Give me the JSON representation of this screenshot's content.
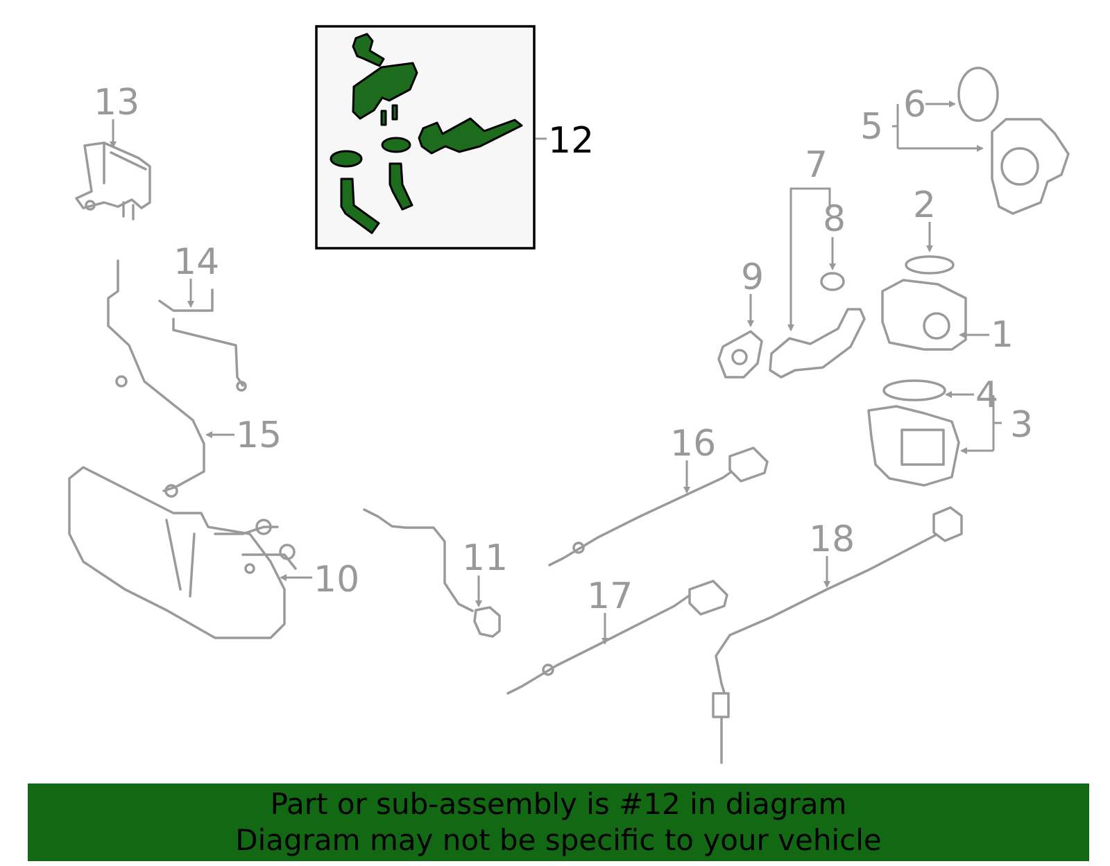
{
  "highlight_color": "#1d6b1d",
  "banner_color": "#136913",
  "callouts": {
    "c1": "1",
    "c2": "2",
    "c3": "3",
    "c4": "4",
    "c5": "5",
    "c6": "6",
    "c7": "7",
    "c8": "8",
    "c9": "9",
    "c10": "10",
    "c11": "11",
    "c12": "12",
    "c13": "13",
    "c14": "14",
    "c15": "15",
    "c16": "16",
    "c17": "17",
    "c18": "18"
  },
  "banner": {
    "line1": "Part or sub-assembly is #12 in diagram",
    "line2": "Diagram may not be specific to your vehicle"
  }
}
